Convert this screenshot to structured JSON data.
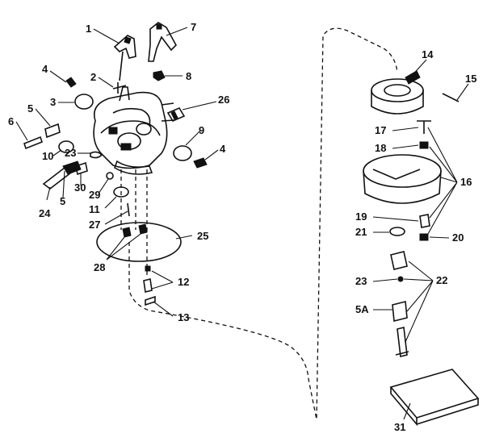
{
  "labels": {
    "l1": "1",
    "l2": "2",
    "l3": "3",
    "l4a": "4",
    "l4b": "4",
    "l5a": "5",
    "l5b": "5",
    "l6": "6",
    "l7": "7",
    "l8": "8",
    "l9": "9",
    "l10": "10",
    "l11": "11",
    "l12": "12",
    "l13": "13",
    "l14": "14",
    "l15": "15",
    "l16": "16",
    "l17": "17",
    "l18": "18",
    "l19": "19",
    "l20": "20",
    "l21": "21",
    "l22": "22",
    "l23a": "23",
    "l23b": "23",
    "l24": "24",
    "l25": "25",
    "l26": "26",
    "l27": "27",
    "l28": "28",
    "l29": "29",
    "l30": "30",
    "l31": "31",
    "l5a2": "5A"
  }
}
